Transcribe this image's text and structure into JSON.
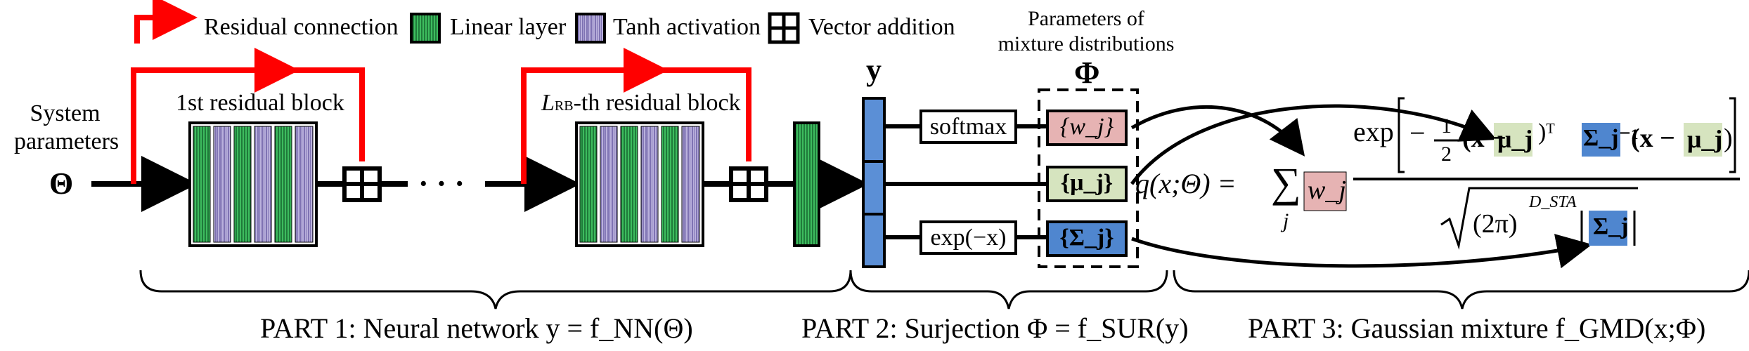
{
  "legend": {
    "residual": "Residual connection",
    "linear": "Linear layer",
    "tanh": "Tanh activation",
    "addition": "Vector addition"
  },
  "input": {
    "line1": "System",
    "line2": "parameters",
    "symbol": "Θ"
  },
  "blocks": {
    "first": "1st residual block",
    "last_prefix": "L",
    "last_sub": "RB",
    "last_suffix": "-th residual block",
    "dots": "· · ·"
  },
  "part2": {
    "y": "y",
    "params_line1": "Parameters of",
    "params_line2": "mixture distributions",
    "phi": "Φ",
    "softmax": "softmax",
    "exp": "exp(−x)",
    "w": "{w_j}",
    "mu": "{μ_j}",
    "sigma": "{Σ_j}"
  },
  "formula": {
    "lhs": "q(x;Θ) = ",
    "sum": "∑",
    "sum_sub": "j",
    "w": "w_j",
    "exp": "exp",
    "minus_half_num": "1",
    "minus_half_den": "2",
    "x1": "(x −",
    "mu1": "μ_j",
    "T": ")ᵀ",
    "sigma_inv": "Σ_j⁻¹",
    "x2": "(x −",
    "mu2": "μ_j",
    "close": ")",
    "den_a": "(2π)",
    "den_exp": "D_STA",
    "den_sigma": "Σ_j"
  },
  "parts": {
    "p1": "PART 1: Neural network  y = f_NN(Θ)",
    "p2": "PART 2: Surjection  Φ = f_SUR(y)",
    "p3": "PART 3: Gaussian mixture f_GMD(x;Φ)"
  },
  "colors": {
    "red": "#ff0000",
    "linear": "#2ca24c",
    "tanh": "#9b8fc8",
    "y_blue": "#5b8fd6",
    "w_fill": "#e6b3b3",
    "mu_fill": "#d6e4bf",
    "sigma_fill": "#4f86cf"
  }
}
